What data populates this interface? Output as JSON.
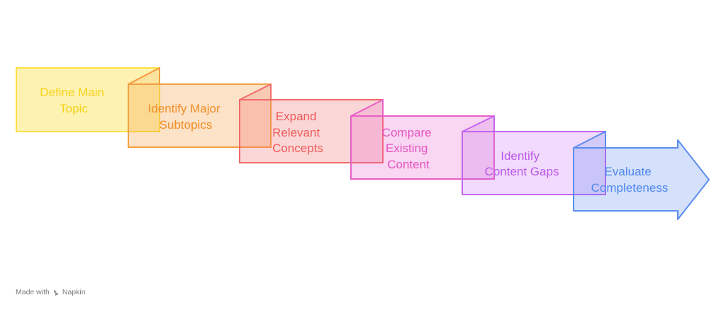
{
  "steps": [
    {
      "lines": [
        "Define Main",
        "Topic"
      ],
      "color": "#fde047",
      "fill": "#fef6b6"
    },
    {
      "lines": [
        "Identify Major",
        "Subtopics"
      ],
      "color": "#f59e42",
      "fill": "#fde0c4"
    },
    {
      "lines": [
        "Expand",
        "Relevant",
        "Concepts"
      ],
      "color": "#f26a6a",
      "fill": "#fdd3d3"
    },
    {
      "lines": [
        "Compare",
        "Existing",
        "Content"
      ],
      "color": "#e760c8",
      "fill": "#fcd6f1"
    },
    {
      "lines": [
        "Identify",
        "Content Gaps"
      ],
      "color": "#c465ee",
      "fill": "#f1d9fc"
    },
    {
      "lines": [
        "Evaluate",
        "Completeness"
      ],
      "color": "#5b8def",
      "fill": "#d8e5fb"
    }
  ],
  "footer": {
    "made_with": "Made with",
    "brand": "Napkin"
  }
}
